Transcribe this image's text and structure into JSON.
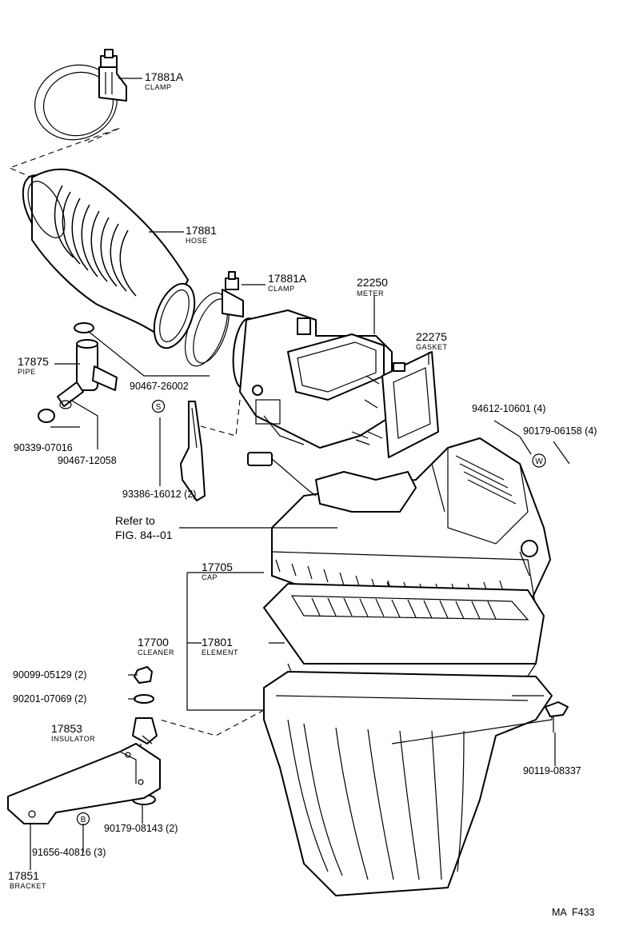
{
  "callouts": {
    "clamp_top": {
      "number": "17881A",
      "name": "CLAMP"
    },
    "hose": {
      "number": "17881",
      "name": "HOSE"
    },
    "clamp_mid": {
      "number": "17881A",
      "name": "CLAMP"
    },
    "meter": {
      "number": "22250",
      "name": "METER"
    },
    "gasket": {
      "number": "22275",
      "name": "GASKET"
    },
    "pipe": {
      "number": "17875",
      "name": "PIPE"
    },
    "pn_90467_26002": "90467-26002",
    "pn_90339_07016": "90339-07016",
    "pn_90467_12058": "90467-12058",
    "pn_93386_16012": "93386-16012 (2)",
    "pn_94612_10601": "94612-10601 (4)",
    "pn_90179_06158": "90179-06158 (4)",
    "refer_line1": "Refer to",
    "refer_line2": "FIG. 84--01",
    "cap": {
      "number": "17705",
      "name": "CAP"
    },
    "cleaner": {
      "number": "17700",
      "name": "CLEANER"
    },
    "element": {
      "number": "17801",
      "name": "ELEMENT"
    },
    "pn_90099_05129": "90099-05129 (2)",
    "pn_90201_07069": "90201-07069 (2)",
    "insulator": {
      "number": "17853",
      "name": "INSULATOR"
    },
    "pn_90119_08337": "90119-08337",
    "pn_90179_08143": "90179-08143 (2)",
    "pn_91656_40816": "91656-40816 (3)",
    "bracket": {
      "number": "17851",
      "name": "BRACKET"
    }
  },
  "symbols": {
    "s_mark": "S",
    "w_mark": "W",
    "b_mark": "B"
  },
  "figure_code": "MA  F433"
}
